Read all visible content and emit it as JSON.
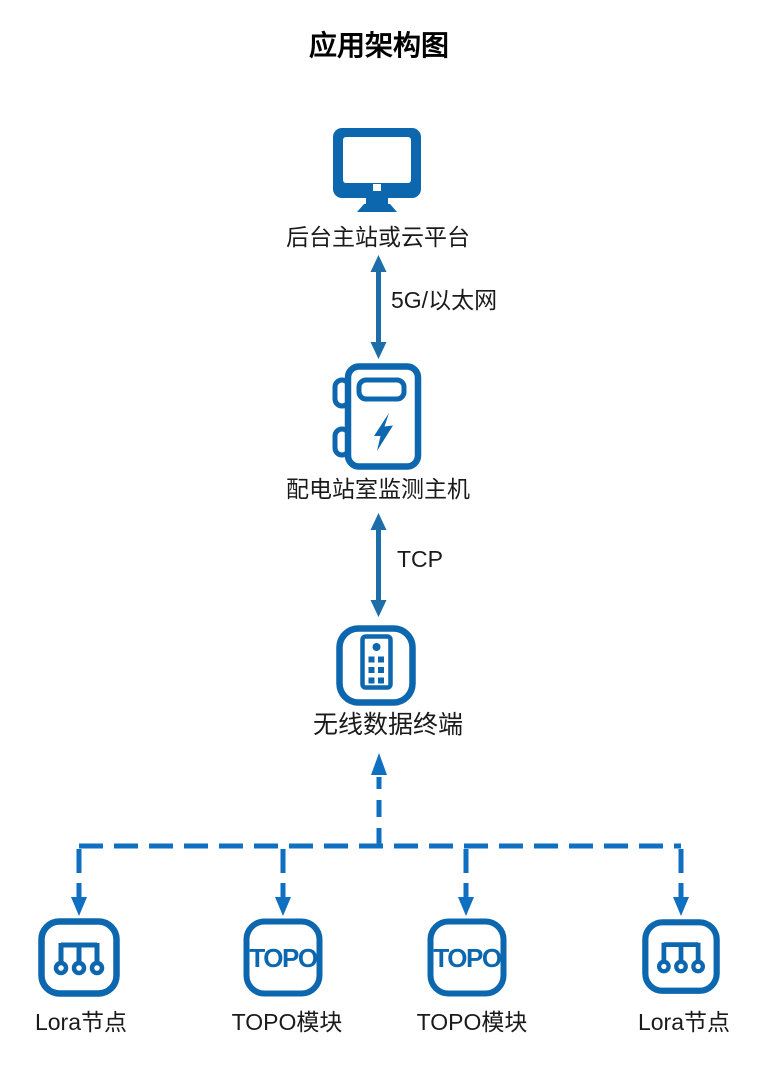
{
  "title": "应用架构图",
  "colors": {
    "background": "#FFFFFF",
    "text": "#1A1A1A",
    "icon_blue": "#0C67AF",
    "arrow_blue": "#1C6DA8",
    "dash_blue": "#0F6FC0"
  },
  "nodes": {
    "cloud": {
      "label": "后台主站或云平台",
      "icon": "monitor-icon"
    },
    "host": {
      "label": "配电站室监测主机",
      "icon": "power-distribution-cabinet-icon"
    },
    "terminal": {
      "label": "无线数据终端",
      "icon": "wireless-data-terminal-icon"
    },
    "lora_left": {
      "label": "Lora节点",
      "icon": "lora-node-icon"
    },
    "topo_left": {
      "label": "TOPO模块",
      "icon_text": "TOPO"
    },
    "topo_right": {
      "label": "TOPO模块",
      "icon_text": "TOPO"
    },
    "lora_right": {
      "label": "Lora节点",
      "icon": "lora-node-icon"
    }
  },
  "links": {
    "cloud_host": {
      "label": "5G/以太网",
      "type": "solid-double-arrow"
    },
    "host_terminal": {
      "label": "TCP",
      "type": "solid-double-arrow"
    },
    "terminal_bus": {
      "type": "dashed-arrow-tree"
    }
  }
}
